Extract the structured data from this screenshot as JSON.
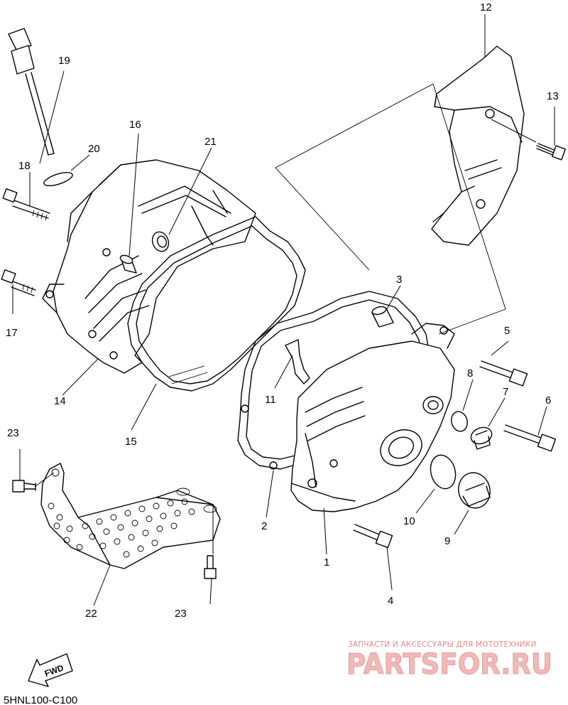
{
  "diagram_code": "5HNL100-C100",
  "fwd_label": "FWD",
  "watermark": {
    "tagline": "ЗАПЧАСТИ И АКСЕССУАРЫ ДЛЯ МОТОТЕХНИКИ",
    "brand": "PARTSFOR.RU"
  },
  "callouts": [
    "1",
    "2",
    "3",
    "4",
    "5",
    "6",
    "7",
    "8",
    "9",
    "10",
    "11",
    "12",
    "13",
    "14",
    "15",
    "16",
    "17",
    "18",
    "19",
    "20",
    "21",
    "22",
    "23",
    "23"
  ],
  "colors": {
    "line": "#000000",
    "watermark_text": "#e08a8a",
    "watermark_brand": "#f0b8b8"
  }
}
